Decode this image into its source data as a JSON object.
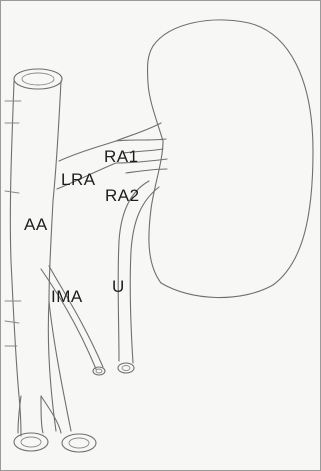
{
  "labels": {
    "ra1": "RA1",
    "lra": "LRA",
    "ra2": "RA2",
    "aa": "AA",
    "ima": "IMA",
    "u": "U"
  }
}
